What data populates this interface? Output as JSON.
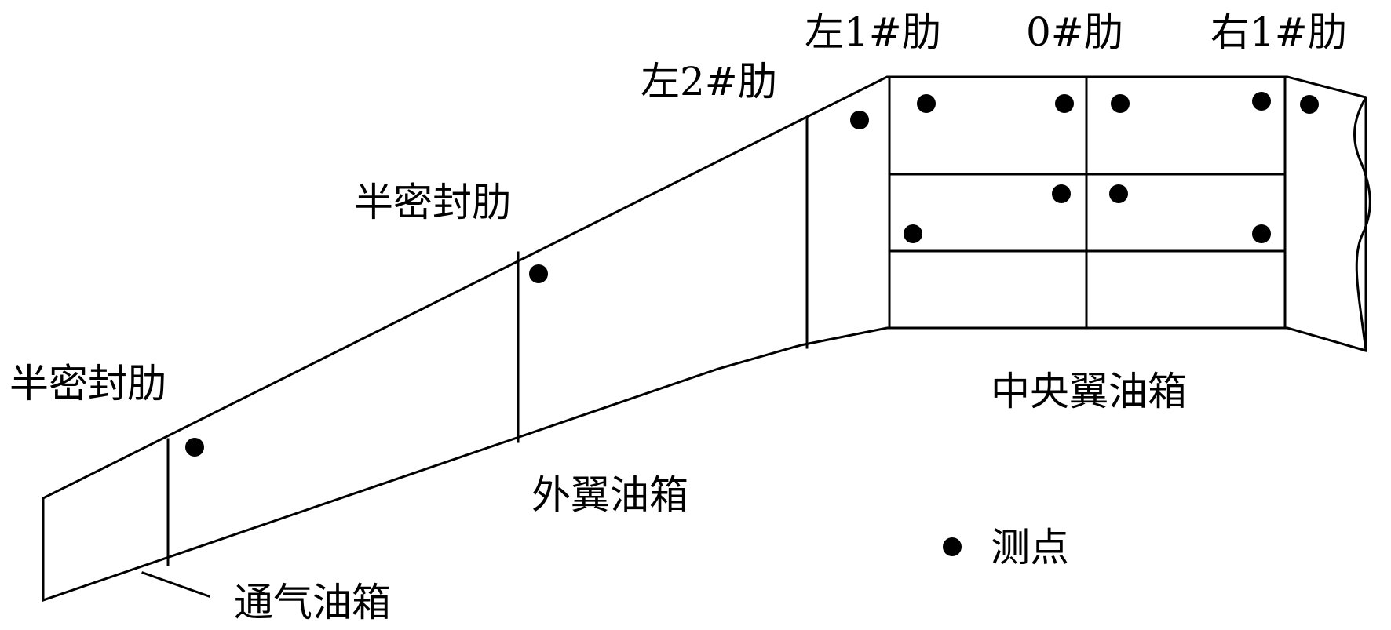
{
  "labels": {
    "rib_left1": "左1#肋",
    "rib_0": "0#肋",
    "rib_right1": "右1#肋",
    "rib_left2": "左2#肋",
    "semi_seal_rib_upper": "半密封肋",
    "semi_seal_rib_lower": "半密封肋",
    "center_wing_tank": "中央翼油箱",
    "outer_wing_tank": "外翼油箱",
    "vent_tank": "通气油箱"
  },
  "legend": {
    "measuring_point": "测点"
  },
  "colors": {
    "line": "#000000",
    "point": "#000000",
    "background": "#ffffff"
  }
}
